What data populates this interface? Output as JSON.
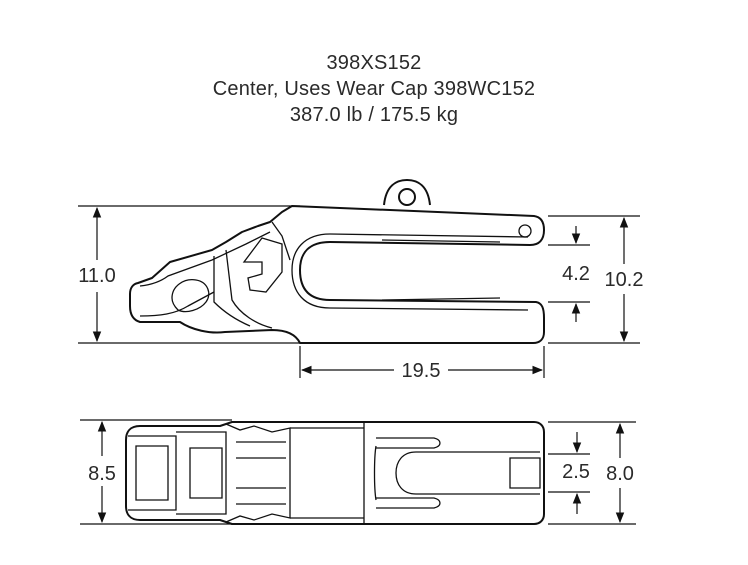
{
  "title": {
    "part_number": "398XS152",
    "description": "Center, Uses Wear Cap 398WC152",
    "weight": "387.0 lb / 175.5 kg"
  },
  "side_view": {
    "overall_height": "11.0",
    "slot_height": "4.2",
    "leg_height": "10.2",
    "slot_length": "19.5"
  },
  "top_view": {
    "overall_width": "8.5",
    "slot_width": "2.5",
    "leg_width": "8.0"
  }
}
